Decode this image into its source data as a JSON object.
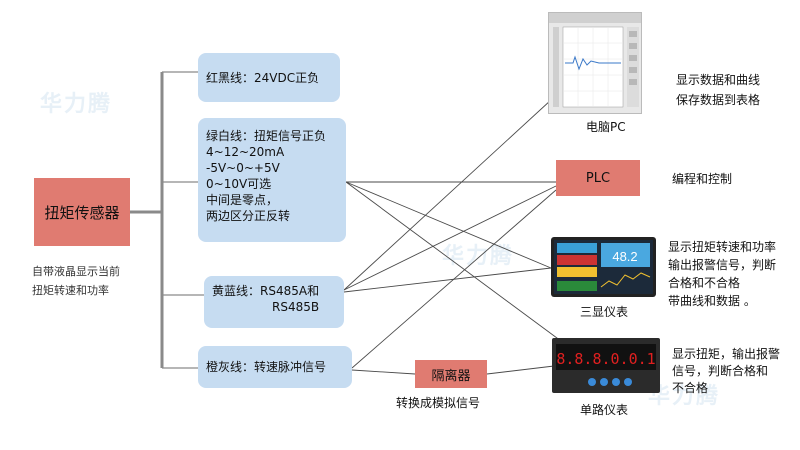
{
  "sensor": {
    "label": "扭矩传感器",
    "note": [
      "自带液晶显示当前",
      "扭矩转速和功率"
    ]
  },
  "wires": [
    {
      "lines": [
        "红黑线：24VDC正负"
      ]
    },
    {
      "lines": [
        "绿白线：扭矩信号正负",
        "4~12~20mA",
        "-5V~0~+5V",
        "0~10V可选",
        "中间是零点，",
        "两边区分正反转"
      ]
    },
    {
      "lines": [
        "黄蓝线：RS485A和",
        "RS485B"
      ]
    },
    {
      "lines": [
        "橙灰线：转速脉冲信号"
      ]
    }
  ],
  "isolator": {
    "label": "隔离器",
    "caption": "转换成模拟信号"
  },
  "devices": {
    "pc": {
      "caption": "电脑PC",
      "note": [
        "显示数据和曲线",
        "保存数据到表格"
      ]
    },
    "plc": {
      "label": "PLC",
      "note": "编程和控制"
    },
    "triple": {
      "caption": "三显仪表",
      "reading": "48.2",
      "note": [
        "显示扭矩转速和功率",
        "输出报警信号，判断",
        "合格和不合格",
        "带曲线和数据 。"
      ]
    },
    "single": {
      "caption": "单路仪表",
      "reading": "8.8.8.0.0.1",
      "note": [
        "显示扭矩，输出报警",
        "信号，判断合格和",
        "不合格"
      ]
    }
  },
  "watermark": "华力腾",
  "colors": {
    "box_red": "#e07b71",
    "box_blue": "#c6dcf1",
    "bus_gray": "#8a8a8a"
  }
}
